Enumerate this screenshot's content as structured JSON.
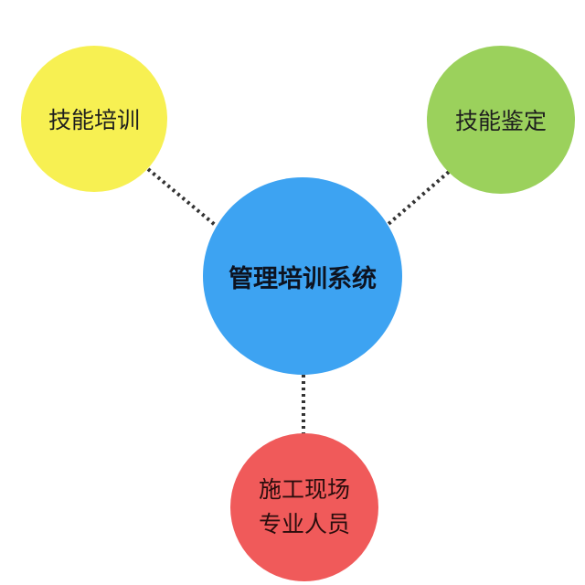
{
  "diagram": {
    "center": {
      "label": "管理培训系统",
      "color": "#3da3f2"
    },
    "nodes": [
      {
        "id": "top-left",
        "label": "技能培训",
        "color": "#f7f052"
      },
      {
        "id": "top-right",
        "label": "技能鉴定",
        "color": "#9bd15c"
      },
      {
        "id": "bottom",
        "lines": [
          "施工现场",
          "专业人员"
        ],
        "color": "#f05a5a"
      }
    ],
    "connector_style": "dotted",
    "connector_color": "#333333"
  }
}
